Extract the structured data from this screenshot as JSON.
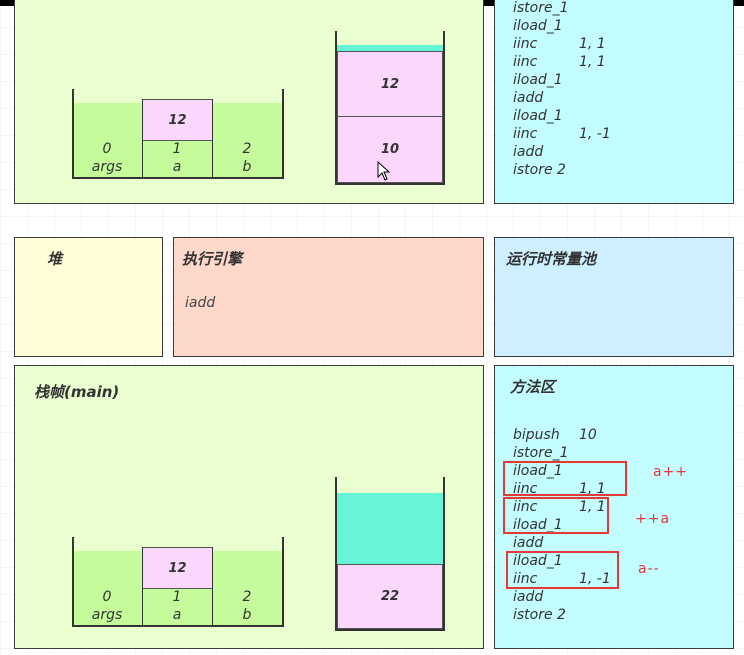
{
  "heap": {
    "title": "堆"
  },
  "engine": {
    "title": "执行引擎",
    "instruction": "iadd"
  },
  "const_pool": {
    "title": "运行时常量池"
  },
  "frame": {
    "title": "栈帧(main)"
  },
  "method_area": {
    "title": "方法区"
  },
  "top_frame": {
    "locals": [
      {
        "index": "0",
        "name": "args"
      },
      {
        "index": "1",
        "name": "a",
        "value": "12"
      },
      {
        "index": "2",
        "name": "b"
      }
    ],
    "operand_stack": [
      "12",
      "10"
    ]
  },
  "bottom_frame": {
    "locals": [
      {
        "index": "0",
        "name": "args"
      },
      {
        "index": "1",
        "name": "a",
        "value": "12"
      },
      {
        "index": "2",
        "name": "b"
      }
    ],
    "operand_stack": [
      "22"
    ]
  },
  "top_code": [
    {
      "op": "istore_1",
      "arg": ""
    },
    {
      "op": "iload_1",
      "arg": ""
    },
    {
      "op": "iinc",
      "arg": "1, 1"
    },
    {
      "op": "iinc",
      "arg": "1, 1"
    },
    {
      "op": "iload_1",
      "arg": ""
    },
    {
      "op": "iadd",
      "arg": ""
    },
    {
      "op": "iload_1",
      "arg": ""
    },
    {
      "op": "iinc",
      "arg": "1, -1"
    },
    {
      "op": "iadd",
      "arg": ""
    },
    {
      "op": "istore 2",
      "arg": ""
    }
  ],
  "bottom_code": [
    {
      "op": "bipush",
      "arg": "10"
    },
    {
      "op": "istore_1",
      "arg": ""
    },
    {
      "op": "iload_1",
      "arg": ""
    },
    {
      "op": "iinc",
      "arg": "1, 1"
    },
    {
      "op": "iinc",
      "arg": "1, 1"
    },
    {
      "op": "iload_1",
      "arg": ""
    },
    {
      "op": "iadd",
      "arg": ""
    },
    {
      "op": "iload_1",
      "arg": ""
    },
    {
      "op": "iinc",
      "arg": "1, -1"
    },
    {
      "op": "iadd",
      "arg": ""
    },
    {
      "op": "istore 2",
      "arg": ""
    }
  ],
  "annotations": [
    "a++",
    "++a",
    "a--"
  ],
  "colors": {
    "frame_bg": "#eaffd0",
    "method_bg": "#c3fdff",
    "heap_bg": "#fffed7",
    "engine_bg": "#ffd8cc",
    "pool_bg": "#cdefff",
    "slot": "#c5fb9a",
    "cell": "#fcd7fc",
    "stack_fill": "#66f5d7",
    "highlight": "#e53935"
  }
}
